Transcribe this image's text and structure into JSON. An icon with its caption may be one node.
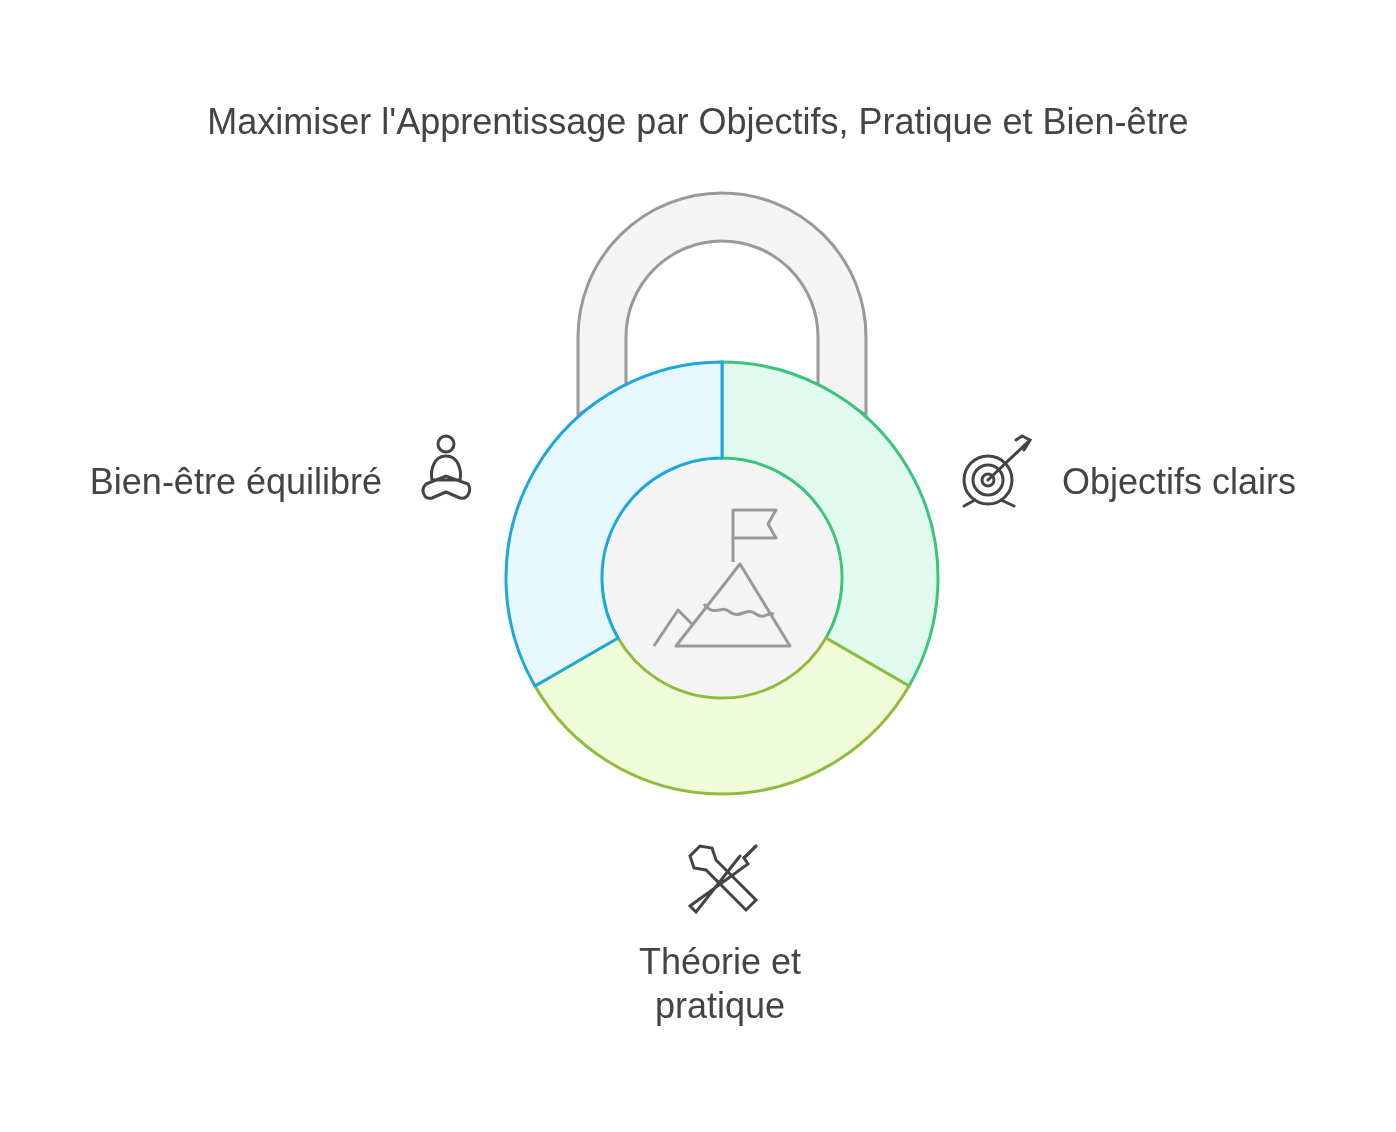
{
  "diagram": {
    "title": "Maximiser l'Apprentissage par Objectifs, Pratique et Bien-être",
    "labels": [
      "Objectifs clairs",
      "Théorie et pratique",
      "Bien-être équilibré"
    ]
  }
}
